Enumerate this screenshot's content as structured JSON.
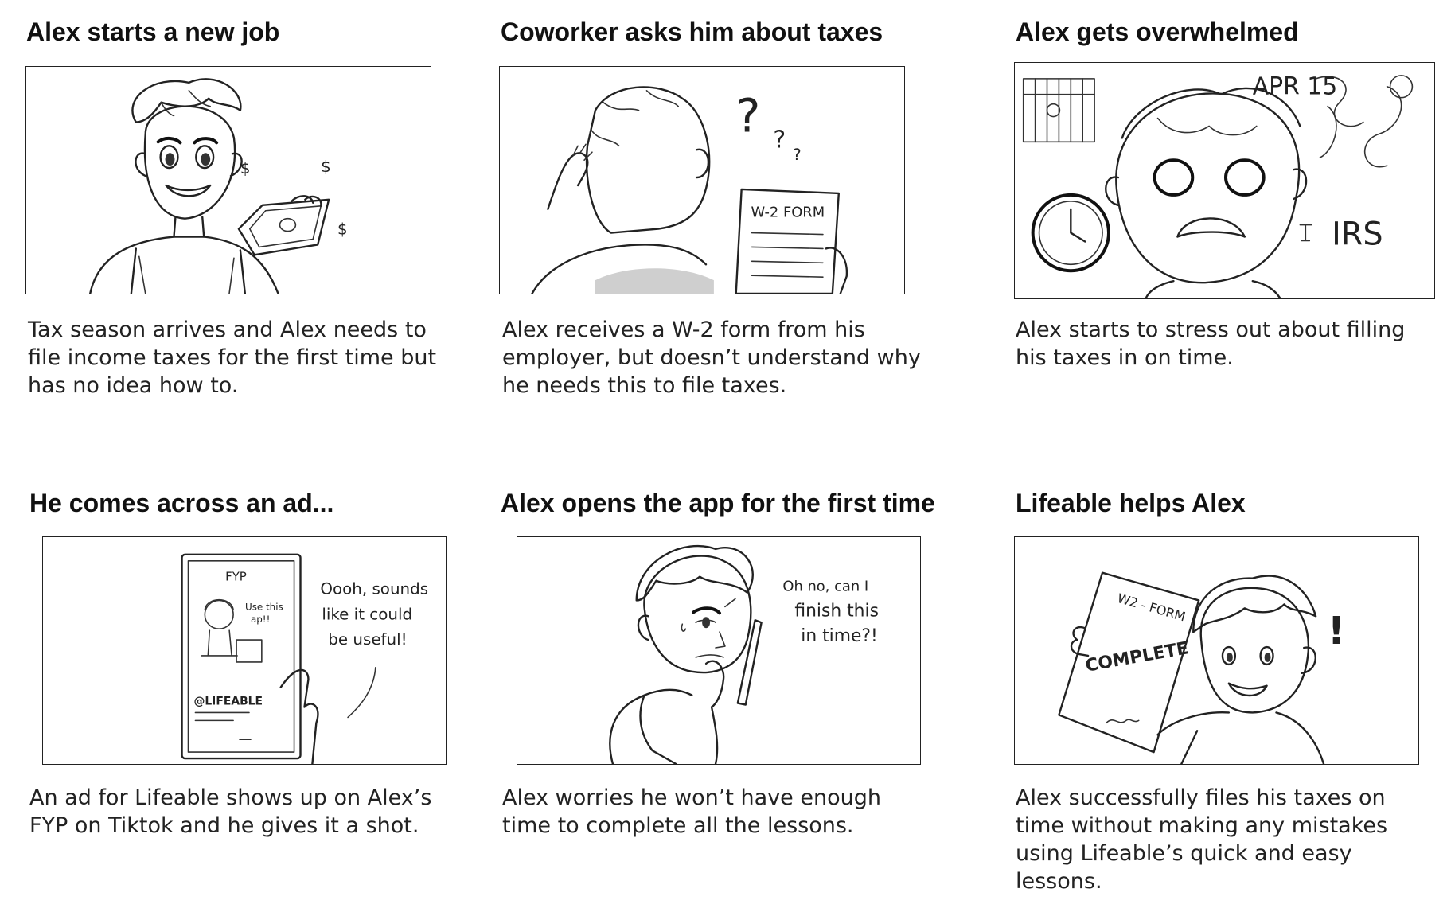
{
  "panels": [
    {
      "title": "Alex starts a new job",
      "caption": "Tax season arrives and Alex needs to file income taxes for the first time but has no idea how to."
    },
    {
      "title": "Coworker asks him about taxes",
      "caption": "Alex receives a W-2 form from his employer, but doesn’t understand why he needs this to file taxes.",
      "sketch_text": {
        "form": "W-2 FORM",
        "question_marks": "?",
        "q2": "?",
        "q3": "?"
      }
    },
    {
      "title": "Alex gets overwhelmed",
      "caption": "Alex starts to stress out about filling his taxes in on time.",
      "sketch_text": {
        "date": "APR 15",
        "irs": "IRS"
      }
    },
    {
      "title": "He comes across an ad...",
      "caption": "An ad for Lifeable shows up on Alex’s FYP on Tiktok and he gives it a shot.",
      "sketch_text": {
        "fyp": "FYP",
        "use_app_1": "Use this",
        "use_app_2": "ap!!",
        "handle": "@LIFEABLE",
        "bubble_1": "Oooh, sounds",
        "bubble_2": "like it could",
        "bubble_3": "be useful!"
      }
    },
    {
      "title": "Alex opens the app for the first time",
      "caption": "Alex worries he won’t have enough time to complete all the lessons.",
      "sketch_text": {
        "line_1": "Oh no, can I",
        "line_2": "finish this",
        "line_3": "in time?!"
      }
    },
    {
      "title": "Lifeable helps Alex",
      "caption": "Alex successfully files his taxes on time without making any mistakes using Lifeable’s quick and easy lessons.",
      "sketch_text": {
        "form": "W2 - FORM",
        "stamp": "COMPLETE",
        "exclaim": "!"
      }
    }
  ]
}
